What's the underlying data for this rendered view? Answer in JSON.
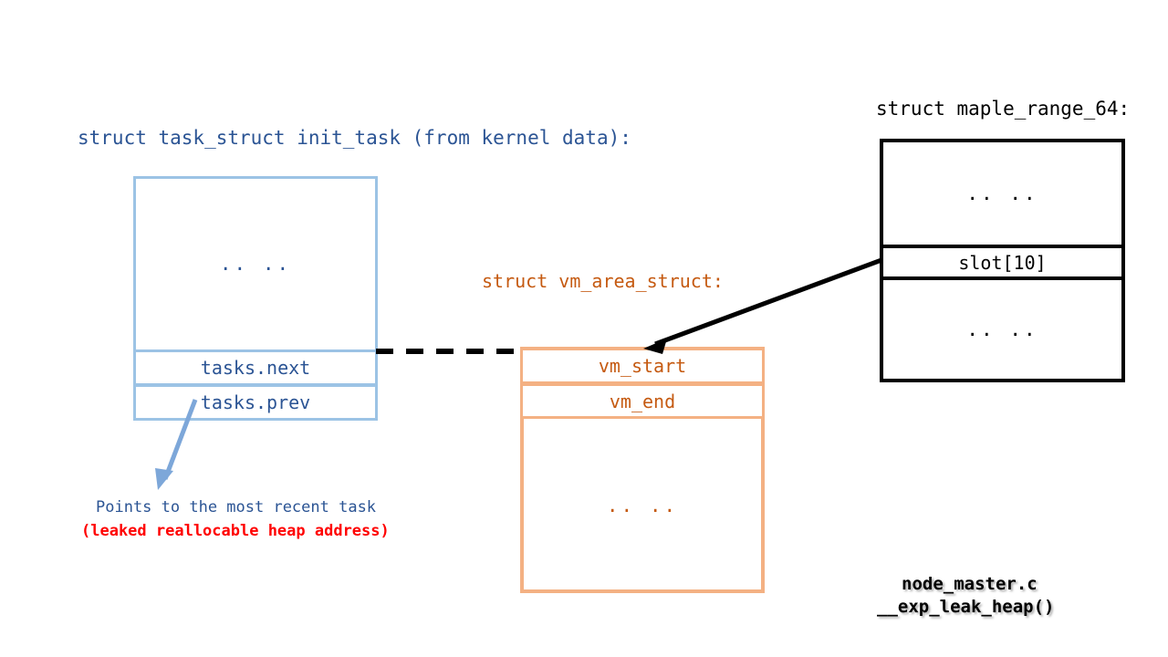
{
  "diagram": {
    "task_struct": {
      "title": "struct task_struct init_task (from kernel data):",
      "body_placeholder": ".. ..",
      "rows": [
        {
          "label": "tasks.next"
        },
        {
          "label": "tasks.prev"
        }
      ],
      "annotation": {
        "line1": "Points to the most recent task",
        "line2": "(leaked reallocable heap address)",
        "line1_color": "#2b5494",
        "line2_color": "#ff0000"
      },
      "accent_color": "#9cc3e5",
      "text_color": "#2b5494"
    },
    "vm_area_struct": {
      "title": "struct vm_area_struct:",
      "rows": [
        {
          "label": "vm_start"
        },
        {
          "label": "vm_end"
        }
      ],
      "body_placeholder": ".. ..",
      "accent_color": "#f4b183",
      "text_color": "#c55a11"
    },
    "maple_range_64": {
      "title": "struct maple_range_64:",
      "top_placeholder": ".. ..",
      "slot_label": "slot[10]",
      "bottom_placeholder": ".. ..",
      "accent_color": "#000000",
      "text_color": "#000000"
    },
    "source_label": {
      "file": "node_master.c",
      "function": "__exp_leak_heap()"
    },
    "connectors": {
      "tasks_next_to_vma": "dashed-black-line",
      "maple_slot_to_vm_start": "black-arrow",
      "tasks_prev_to_annotation": "blue-arrow"
    }
  }
}
